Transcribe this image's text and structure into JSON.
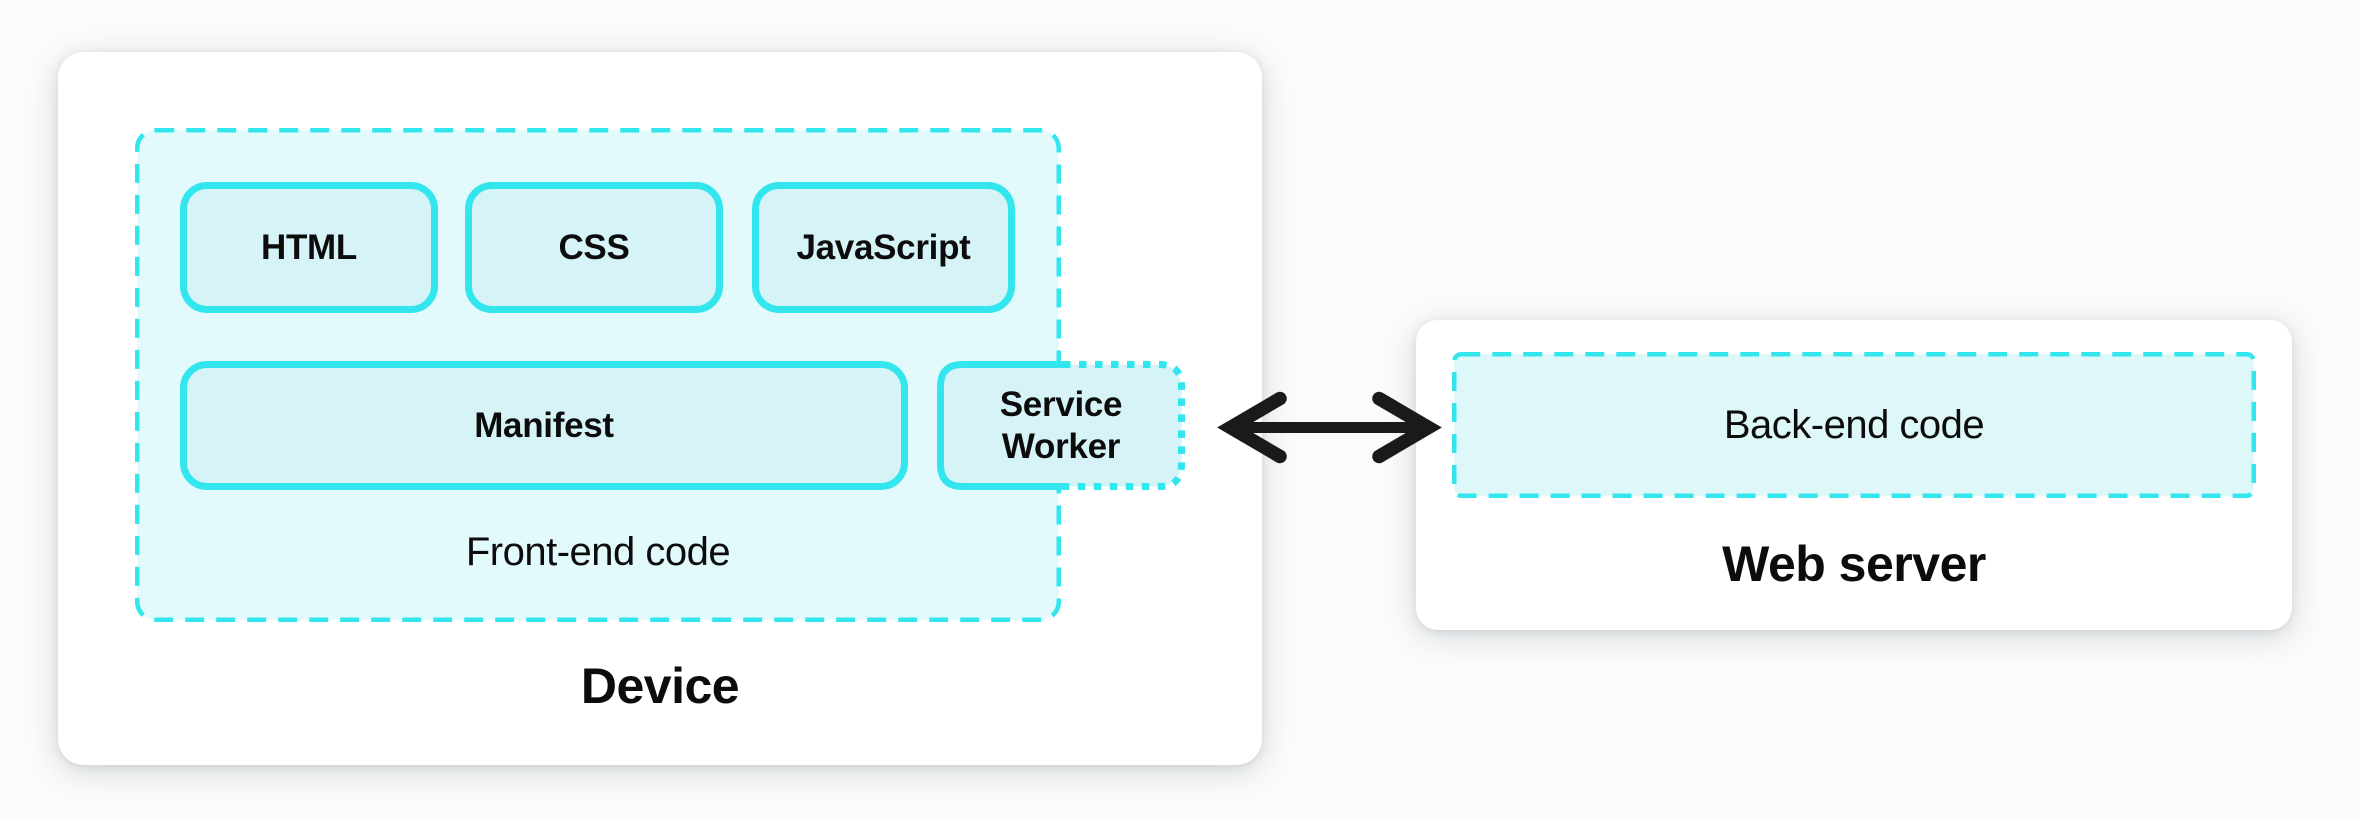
{
  "colors": {
    "accent_cyan": "#33e6ee",
    "box_fill": "#d6f4f8",
    "front_end_region_fill": "#e3fafc",
    "back_end_region_fill": "#def8fa",
    "card_background": "#ffffff",
    "page_background": "#fafbfb",
    "text": "#0c0c0c",
    "arrow": "#1a1a1a"
  },
  "device": {
    "label": "Device",
    "front_end": {
      "label": "Front-end code",
      "boxes": [
        "HTML",
        "CSS",
        "JavaScript"
      ],
      "manifest_label": "Manifest",
      "service_worker_label": "Service Worker"
    }
  },
  "web_server": {
    "label": "Web server",
    "back_end_label": "Back-end code"
  }
}
